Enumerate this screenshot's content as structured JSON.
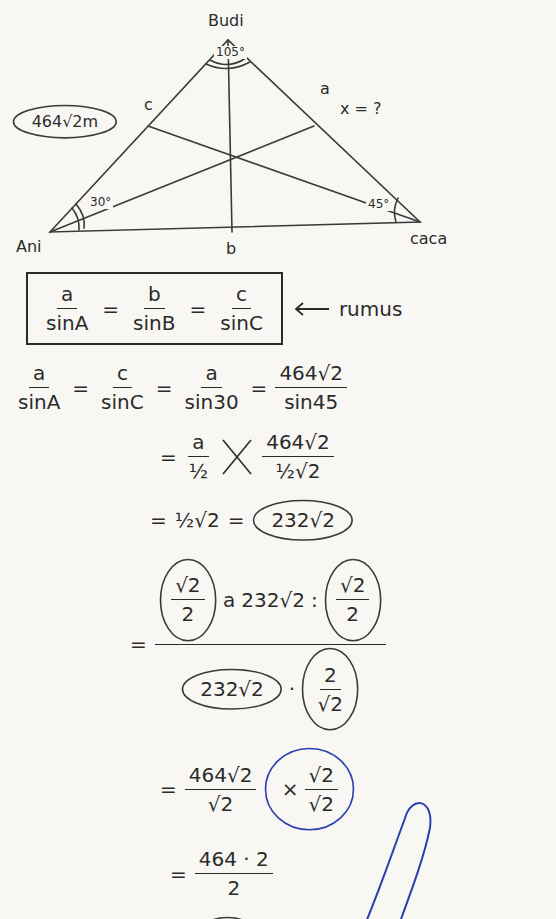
{
  "diagram": {
    "nodes": [
      {
        "text": [
          "464√2m"
        ]
      },
      {
        "text": [
          "a",
          "sinA",
          "=",
          "b",
          "sinB",
          "=",
          "c",
          "sinC"
        ]
      },
      {
        "text": [
          "232√2"
        ]
      },
      {
        "text": [
          "√2",
          "2"
        ]
      },
      {
        "text": [
          "√2",
          "2"
        ]
      },
      {
        "text": [
          "232√2"
        ]
      },
      {
        "text": [
          "2",
          "√2"
        ]
      },
      {
        "text": [
          "×",
          "√2",
          "√2"
        ]
      },
      {
        "text": [
          "464"
        ]
      }
    ],
    "labels": [
      "Budi",
      "105°",
      "c",
      "a",
      "x = ?",
      "30°",
      "45°",
      "Ani",
      "b",
      "caca",
      "rumus",
      "a",
      "sinA",
      "=",
      "c",
      "sinC",
      "=",
      "a",
      "sin30",
      "=",
      "464√2",
      "sin45",
      "=",
      "a",
      "½",
      "464√2",
      "½√2",
      "=",
      "½√2",
      "=",
      "=",
      "a",
      "232√2",
      ":",
      "·",
      "=",
      "464√2",
      "√2",
      "=",
      "464 · 2",
      "2",
      "="
    ]
  }
}
